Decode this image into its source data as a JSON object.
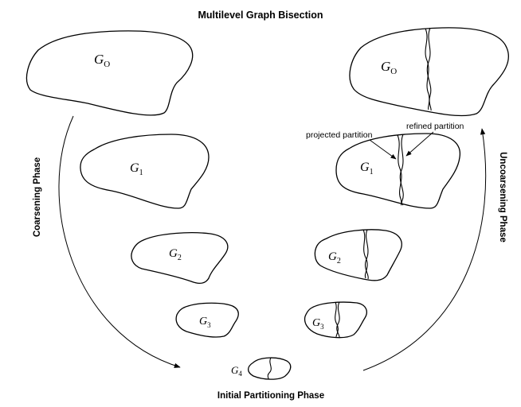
{
  "title": "Multilevel Graph Bisection",
  "phases": {
    "coarsening": "Coarsening Phase",
    "uncoarsening": "Uncoarsening Phase",
    "initial": "Initial Partitioning Phase"
  },
  "annotations": {
    "projected": "projected partition",
    "refined": "refined partition"
  },
  "graphs": {
    "left": [
      {
        "name": "G",
        "sub": "O"
      },
      {
        "name": "G",
        "sub": "1"
      },
      {
        "name": "G",
        "sub": "2"
      },
      {
        "name": "G",
        "sub": "3"
      }
    ],
    "bottom": {
      "name": "G",
      "sub": "4"
    },
    "right": [
      {
        "name": "G",
        "sub": "O"
      },
      {
        "name": "G",
        "sub": "1"
      },
      {
        "name": "G",
        "sub": "2"
      },
      {
        "name": "G",
        "sub": "3"
      }
    ]
  }
}
